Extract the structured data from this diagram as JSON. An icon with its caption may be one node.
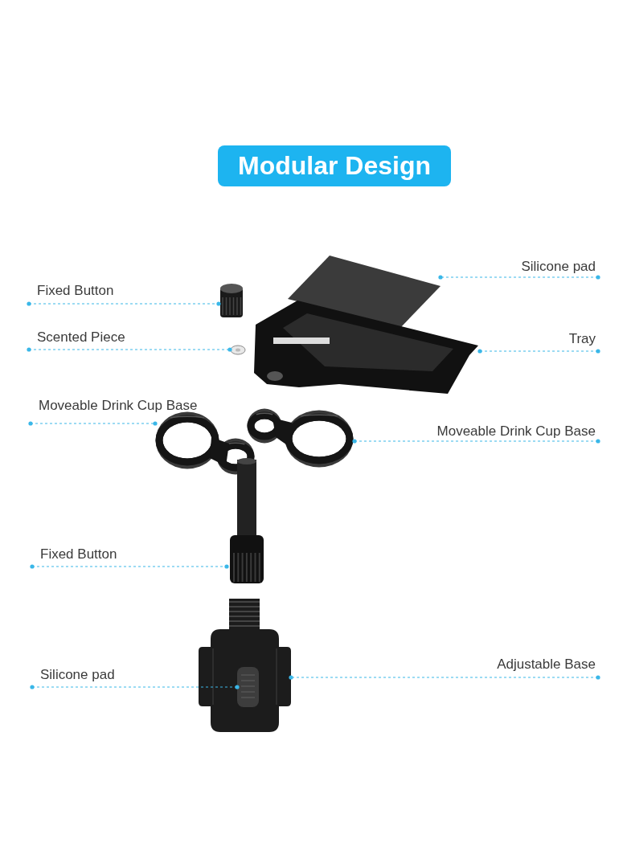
{
  "diagram": {
    "title": "Modular Design",
    "nodes": [
      {
        "text": [
          "Silicone pad"
        ]
      },
      {
        "text": [
          "Fixed Button"
        ]
      },
      {
        "text": [
          "Scented Piece"
        ]
      },
      {
        "text": [
          "Tray"
        ]
      },
      {
        "text": [
          "Moveable Drink Cup Base"
        ]
      },
      {
        "text": [
          "Moveable Drink Cup Base"
        ]
      },
      {
        "text": [
          "Fixed Button"
        ]
      },
      {
        "text": [
          "Silicone pad"
        ]
      },
      {
        "text": [
          "Adjustable Base"
        ]
      },
      {
        "text": [],
        "shape": "picture"
      },
      {
        "text": [],
        "shape": "picture"
      },
      {
        "text": [],
        "shape": "picture"
      },
      {
        "text": [],
        "shape": "picture"
      },
      {
        "text": [],
        "shape": "picture"
      },
      {
        "text": [],
        "shape": "picture"
      },
      {
        "text": [],
        "shape": "picture"
      },
      {
        "text": [],
        "shape": "picture"
      },
      {
        "text": [],
        "shape": "picture",
        "in": 16
      }
    ],
    "edges": [
      {
        "from": 0,
        "to": 9,
        "arrow": "other",
        "style": "dashed"
      },
      {
        "from": 1,
        "to": 10,
        "arrow": "other",
        "style": "dashed"
      },
      {
        "from": 2,
        "to": 11,
        "arrow": "other",
        "style": "dashed"
      },
      {
        "from": 3,
        "to": 12,
        "arrow": "other",
        "style": "dashed"
      },
      {
        "from": 4,
        "to": 13,
        "arrow": "other",
        "style": "dashed"
      },
      {
        "from": 5,
        "to": 14,
        "arrow": "other",
        "style": "dashed"
      },
      {
        "from": 6,
        "to": 15,
        "arrow": "other",
        "style": "dashed"
      },
      {
        "from": 7,
        "to": 17,
        "arrow": "other",
        "style": "dashed"
      },
      {
        "from": 8,
        "to": 16,
        "arrow": "other",
        "style": "dashed"
      }
    ]
  }
}
